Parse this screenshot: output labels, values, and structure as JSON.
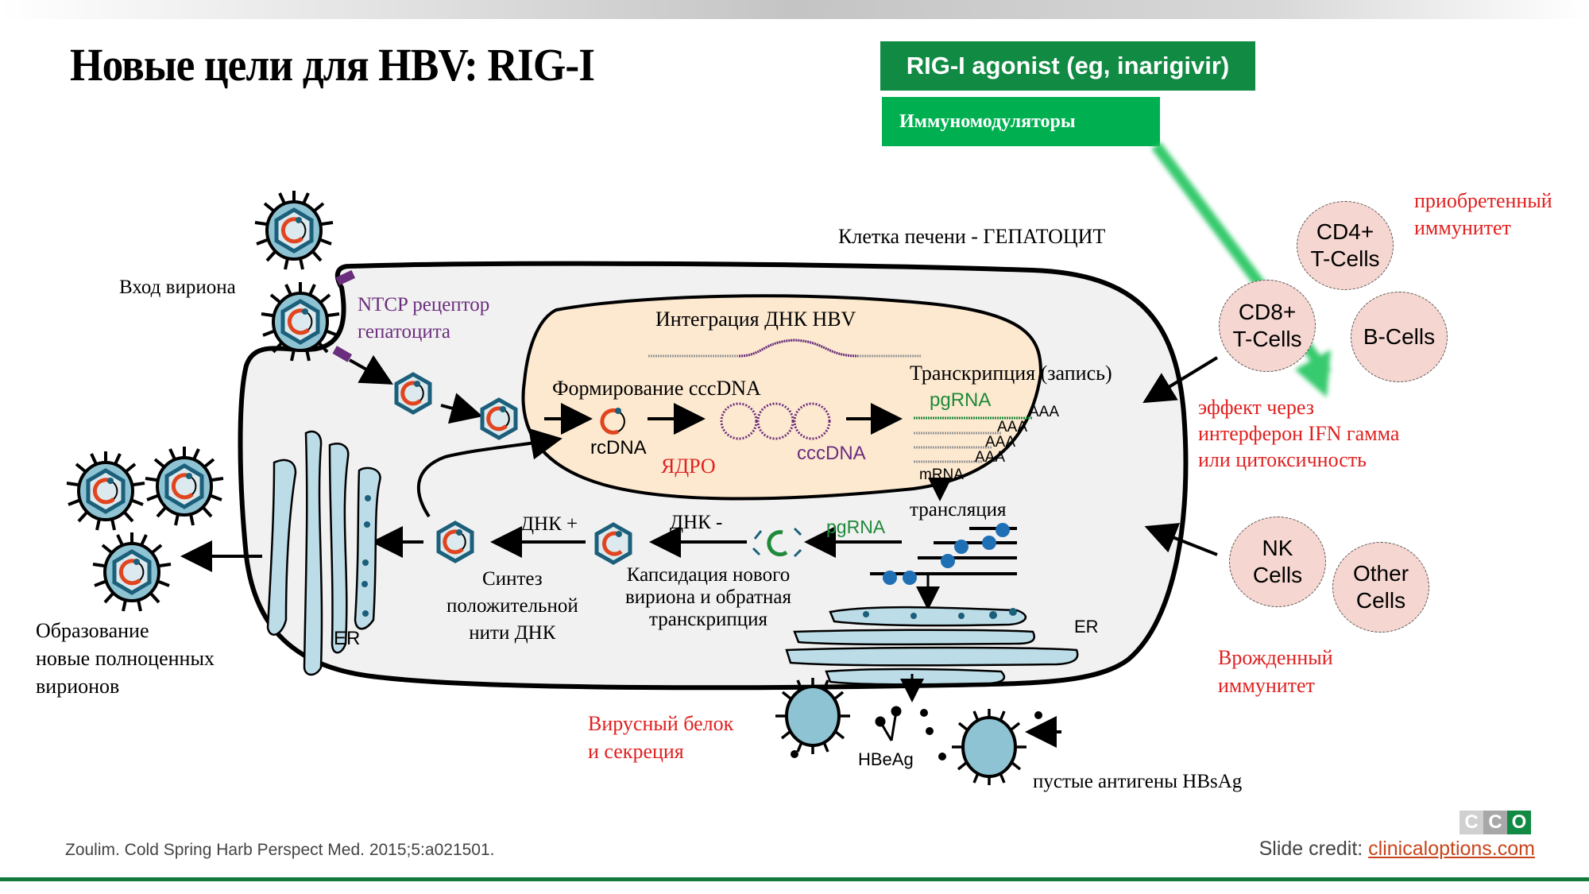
{
  "slide": {
    "title": "Новые цели для HBV: RIG-I",
    "agonist_box": "RIG-I agonist (eg, inarigivir)",
    "category_box": "Иммуномодуляторы",
    "colors": {
      "agonist_box": "#118a43",
      "category_box": "#00b050",
      "green_arrow": "#22c55e",
      "cell_bg": "#f1f1f1",
      "nucleus_bg": "#fde9d0",
      "virion_fill": "#8ec3d3",
      "red_text": "#e02020",
      "immune_cell": "#f5d6d0"
    }
  },
  "diagram": {
    "cell_label": "Клетка печени - ГЕПАТОЦИТ",
    "entry_label": "Вход вириона",
    "receptor_label": [
      "NTCP рецептор",
      "гепатоцита"
    ],
    "integration_label": "Интеграция ДНК HBV",
    "cccdna_formation": "Формирование cccDNA",
    "rcdna": "rcDNA",
    "cccdna": "cccDNA",
    "nucleus": "ЯДРО",
    "transcription": "Транскрипция (запись)",
    "pgrna": "pgRNA",
    "aaa": [
      "AAA",
      "AAA",
      "AAA",
      "AAA"
    ],
    "mrna": "mRNA",
    "translation": "трансляция",
    "pgrna2": "pgRNA",
    "dna_minus": "ДНК -",
    "dna_plus": "ДНК +",
    "encapsidation": [
      "Капсидация нового",
      "вириона и обратная",
      "транскрипция"
    ],
    "plus_strand": [
      "Синтез",
      "положительной",
      "нити ДНК"
    ],
    "er_left": "ER",
    "er_right": "ER",
    "new_virions": [
      "Образование",
      "новые полноценных",
      "вирионов"
    ],
    "secretion": [
      "Вирусный белок",
      "и секреция"
    ],
    "hbeag": "HBeAg",
    "hbsag": "пустые антигены HBsAg"
  },
  "immune": {
    "adaptive_label": [
      "приобретенный",
      "иммунитет"
    ],
    "innate_label": [
      "Врожденный",
      "иммунитет"
    ],
    "effect_label": [
      "эффект через",
      "интерферон IFN гамма",
      "или цитоксичность"
    ],
    "cells": [
      {
        "name": "cd4",
        "lines": [
          "CD4+",
          "T-Cells"
        ]
      },
      {
        "name": "cd8",
        "lines": [
          "CD8+",
          "T-Cells"
        ]
      },
      {
        "name": "b",
        "lines": [
          "B-Cells"
        ]
      },
      {
        "name": "nk",
        "lines": [
          "NK",
          "Cells"
        ]
      },
      {
        "name": "other",
        "lines": [
          "Other",
          "Cells"
        ]
      }
    ]
  },
  "footer": {
    "citation": "Zoulim. Cold Spring Harb Perspect Med. 2015;5:a021501.",
    "credit_prefix": "Slide credit: ",
    "credit_link": "clinicaloptions.com",
    "logo_letters": [
      "C",
      "C",
      "O"
    ]
  }
}
